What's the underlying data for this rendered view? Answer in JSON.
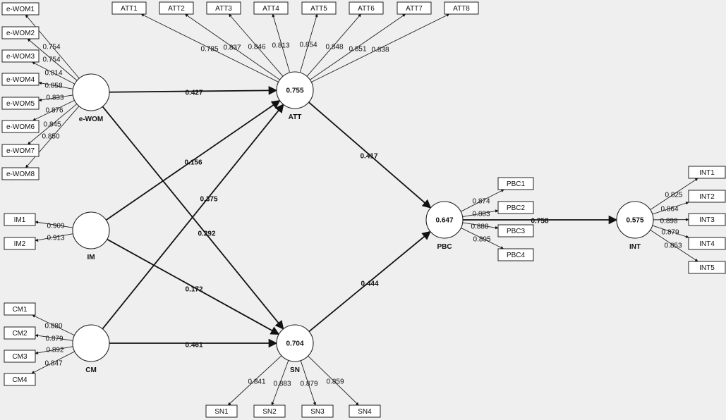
{
  "constructs": {
    "ewom": {
      "name": "e-WOM",
      "value": ""
    },
    "im": {
      "name": "IM",
      "value": ""
    },
    "cm": {
      "name": "CM",
      "value": ""
    },
    "att": {
      "name": "ATT",
      "value": "0.755"
    },
    "sn": {
      "name": "SN",
      "value": "0.704"
    },
    "pbc": {
      "name": "PBC",
      "value": "0.647"
    },
    "int": {
      "name": "INT",
      "value": "0.575"
    }
  },
  "indicators": {
    "ewom": [
      {
        "label": "e-WOM1",
        "loading": "0.754"
      },
      {
        "label": "e-WOM2",
        "loading": "0.754"
      },
      {
        "label": "e-WOM3",
        "loading": "0.814"
      },
      {
        "label": "e-WOM4",
        "loading": "0.858"
      },
      {
        "label": "e-WOM5",
        "loading": "0.833"
      },
      {
        "label": "e-WOM6",
        "loading": "0.876"
      },
      {
        "label": "e-WOM7",
        "loading": "0.845"
      },
      {
        "label": "e-WOM8",
        "loading": "0.850"
      }
    ],
    "im": [
      {
        "label": "IM1",
        "loading": "0.909"
      },
      {
        "label": "IM2",
        "loading": "0.913"
      }
    ],
    "cm": [
      {
        "label": "CM1",
        "loading": "0.880"
      },
      {
        "label": "CM2",
        "loading": "0.879"
      },
      {
        "label": "CM3",
        "loading": "0.892"
      },
      {
        "label": "CM4",
        "loading": "0.847"
      }
    ],
    "att": [
      {
        "label": "ATT1",
        "loading": "0.785"
      },
      {
        "label": "ATT2",
        "loading": "0.837"
      },
      {
        "label": "ATT3",
        "loading": "0.846"
      },
      {
        "label": "ATT4",
        "loading": "0.813"
      },
      {
        "label": "ATT5",
        "loading": "0.854"
      },
      {
        "label": "ATT6",
        "loading": "0.848"
      },
      {
        "label": "ATT7",
        "loading": "0.851"
      },
      {
        "label": "ATT8",
        "loading": "0.838"
      }
    ],
    "sn": [
      {
        "label": "SN1",
        "loading": "0.841"
      },
      {
        "label": "SN2",
        "loading": "0.883"
      },
      {
        "label": "SN3",
        "loading": "0.879"
      },
      {
        "label": "SN4",
        "loading": "0.859"
      }
    ],
    "pbc": [
      {
        "label": "PBC1",
        "loading": "0.874"
      },
      {
        "label": "PBC2",
        "loading": "0.883"
      },
      {
        "label": "PBC3",
        "loading": "0.888"
      },
      {
        "label": "PBC4",
        "loading": "0.895"
      }
    ],
    "int": [
      {
        "label": "INT1",
        "loading": "0.825"
      },
      {
        "label": "INT2",
        "loading": "0.864"
      },
      {
        "label": "INT3",
        "loading": "0.898"
      },
      {
        "label": "INT4",
        "loading": "0.879"
      },
      {
        "label": "INT5",
        "loading": "0.853"
      }
    ]
  },
  "paths": [
    {
      "from": "ewom",
      "to": "att",
      "coef": "0.427"
    },
    {
      "from": "ewom",
      "to": "sn",
      "coef": "0.292"
    },
    {
      "from": "im",
      "to": "att",
      "coef": "0.156"
    },
    {
      "from": "im",
      "to": "sn",
      "coef": "0.172"
    },
    {
      "from": "cm",
      "to": "att",
      "coef": "0.375"
    },
    {
      "from": "cm",
      "to": "sn",
      "coef": "0.461"
    },
    {
      "from": "att",
      "to": "pbc",
      "coef": "0.417"
    },
    {
      "from": "sn",
      "to": "pbc",
      "coef": "0.444"
    },
    {
      "from": "pbc",
      "to": "int",
      "coef": "0.758"
    }
  ]
}
